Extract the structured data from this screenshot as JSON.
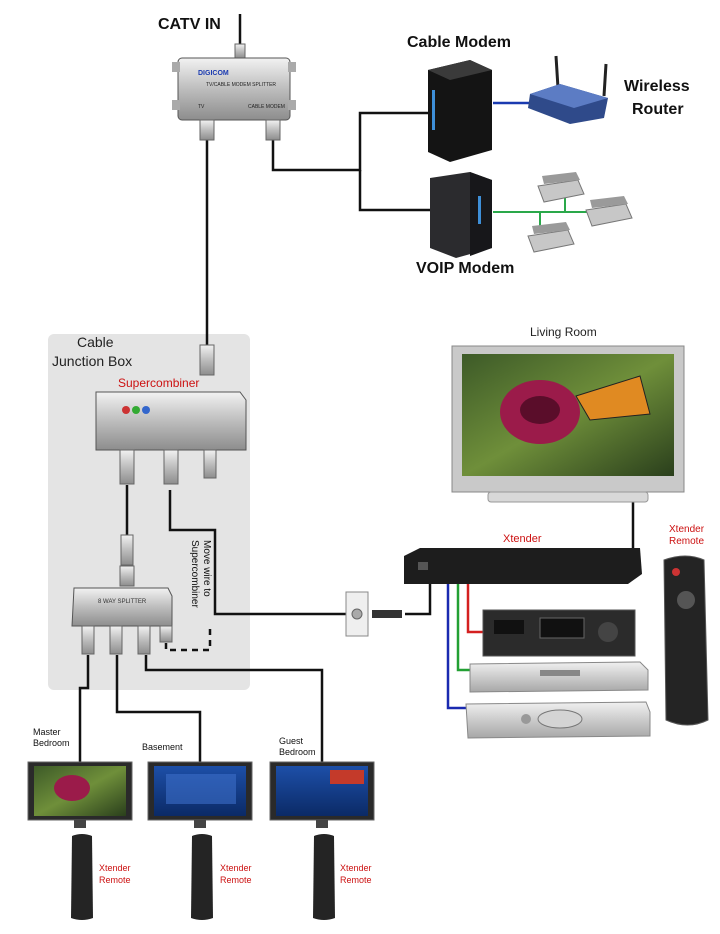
{
  "labels": {
    "catv_in": "CATV IN",
    "cable_modem": "Cable Modem",
    "wireless_router": "Wireless Router",
    "wireless": "Wireless",
    "router": "Router",
    "voip_modem": "VOIP Modem",
    "junction_box_line1": "Cable",
    "junction_box_line2": "Junction Box",
    "supercombiner": "Supercombiner",
    "move_wire": "Move wire to",
    "move_wire2": "Supercombiner",
    "living_room": "Living Room",
    "xtender": "Xtender",
    "xtender_remote_1": "Xtender",
    "xtender_remote_2": "Remote",
    "master_bedroom_1": "Master",
    "master_bedroom_2": "Bedroom",
    "basement": "Basement",
    "guest_bedroom_1": "Guest",
    "guest_bedroom_2": "Bedroom"
  },
  "device_text": {
    "splitter_brand": "DIGICOM",
    "splitter_model": "TV/CABLE MODEM SPLITTER",
    "splitter_port_tv": "TV",
    "splitter_port_modem": "CABLE MODEM",
    "splitter8_label": "8 WAY SPLITTER"
  },
  "colors": {
    "wire": "#111111",
    "phone_wire": "#2aa84a",
    "red_wire": "#d42020",
    "green_wire": "#22a033",
    "blue_wire": "#1a2ab0",
    "junction_box": "#e4e4e4",
    "accent_red": "#cc1111"
  }
}
